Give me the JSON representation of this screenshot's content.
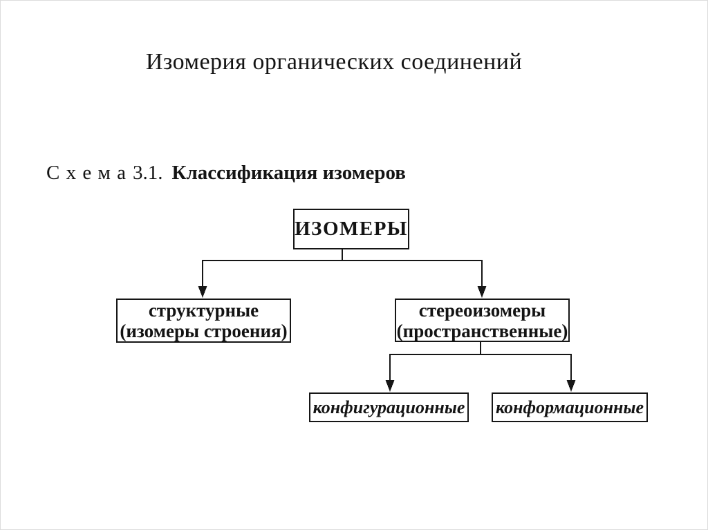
{
  "page": {
    "background": "#ffffff",
    "frame_border_color": "#dcdcdc",
    "ink_color": "#161616"
  },
  "title": "Изомерия органических соединений",
  "caption": {
    "prefix": "С х е м а",
    "number": "3.1.",
    "bold": "Классификация изомеров"
  },
  "diagram": {
    "type": "tree",
    "nodes": {
      "isomers": {
        "label": "ИЗОМЕРЫ"
      },
      "structural": {
        "line1": "структурные",
        "line2": "(изомеры строения)"
      },
      "stereo": {
        "line1": "стереоизомеры",
        "line2": "(пространственные)"
      },
      "configurational": {
        "label": "конфигурационные"
      },
      "conformational": {
        "label": "конформационные"
      }
    },
    "edges": [
      "ИЗОМЕРЫ → структурные (изомеры строения)",
      "ИЗОМЕРЫ → стереоизомеры (пространственные)",
      "стереоизомеры (пространственные) → конфигурационные",
      "стереоизомеры (пространственные) → конформационные"
    ]
  }
}
